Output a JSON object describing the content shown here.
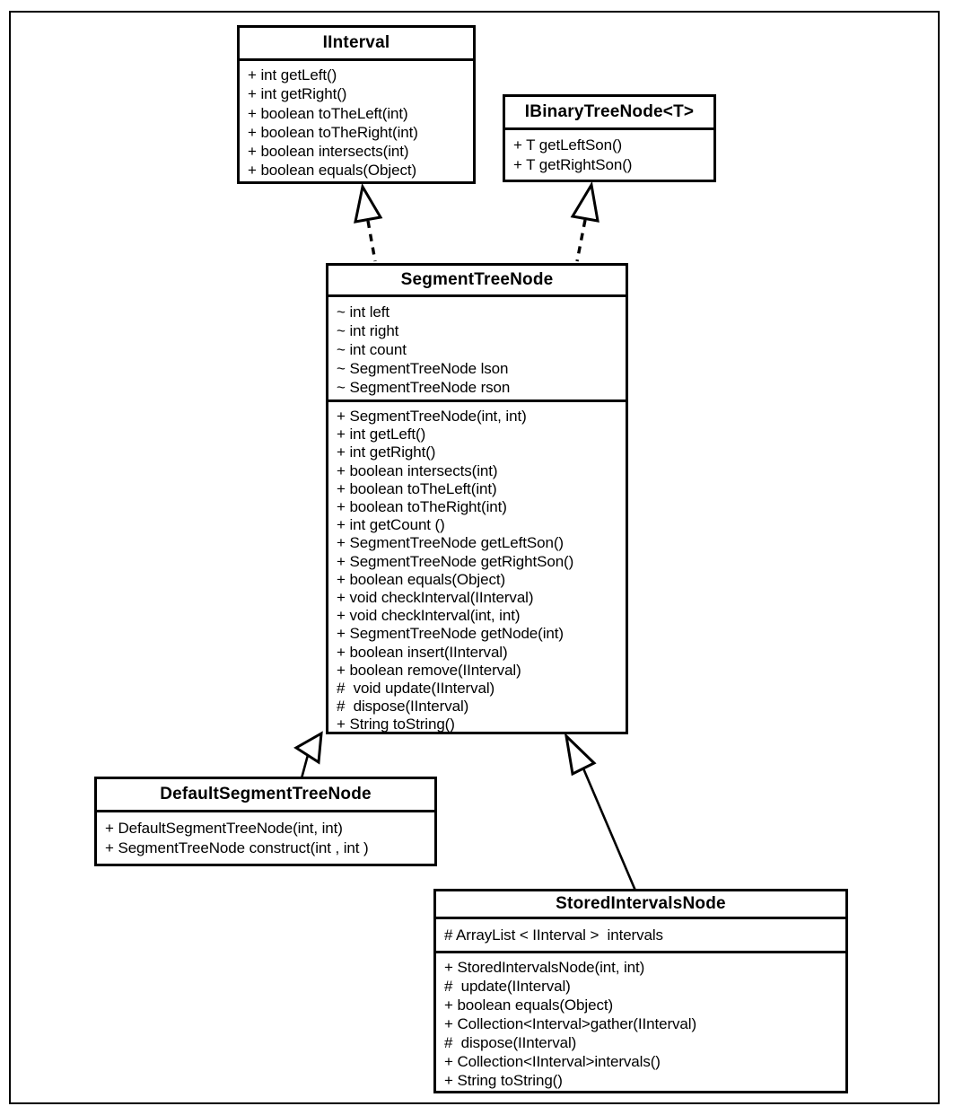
{
  "diagram": {
    "background_color": "#ffffff",
    "line_color": "#000000",
    "classes": {
      "iinterval": {
        "name": "IInterval",
        "methods": [
          "+ int getLeft()",
          "+ int getRight()",
          "+ boolean toTheLeft(int)",
          "+ boolean toTheRight(int)",
          "+ boolean intersects(int)",
          "+ boolean equals(Object)"
        ]
      },
      "ibinarytreenode": {
        "name": "IBinaryTreeNode<T>",
        "methods": [
          "+ T getLeftSon()",
          "+ T getRightSon()"
        ]
      },
      "segmenttreenode": {
        "name": "SegmentTreeNode",
        "fields": [
          "~ int left",
          "~ int right",
          "~ int count",
          "~ SegmentTreeNode lson",
          "~ SegmentTreeNode rson"
        ],
        "methods": [
          "+ SegmentTreeNode(int, int)",
          "+ int getLeft()",
          "+ int getRight()",
          "+ boolean intersects(int)",
          "+ boolean toTheLeft(int)",
          "+ boolean toTheRight(int)",
          "+ int getCount ()",
          "+ SegmentTreeNode getLeftSon()",
          "+ SegmentTreeNode getRightSon()",
          "+ boolean equals(Object)",
          "+ void checkInterval(IInterval)",
          "+ void checkInterval(int, int)",
          "+ SegmentTreeNode getNode(int)",
          "+ boolean insert(IInterval)",
          "+ boolean remove(IInterval)",
          "#  void update(IInterval)",
          "#  dispose(IInterval)",
          "+ String toString()"
        ]
      },
      "defaultsegmenttreenode": {
        "name": "DefaultSegmentTreeNode",
        "methods": [
          "+ DefaultSegmentTreeNode(int, int)",
          "+ SegmentTreeNode construct(int , int )"
        ]
      },
      "storedintervalsnode": {
        "name": "StoredIntervalsNode",
        "fields": [
          "# ArrayList < IInterval >  intervals"
        ],
        "methods": [
          "+ StoredIntervalsNode(int, int)",
          "#  update(IInterval)",
          "+ boolean equals(Object)",
          "+ Collection<Interval>gather(IInterval)",
          "#  dispose(IInterval)",
          "+ Collection<IInterval>intervals()",
          "+ String toString()"
        ]
      }
    },
    "relationships": [
      {
        "from": "SegmentTreeNode",
        "to": "IInterval",
        "type": "realization"
      },
      {
        "from": "SegmentTreeNode",
        "to": "IBinaryTreeNode<T>",
        "type": "realization"
      },
      {
        "from": "DefaultSegmentTreeNode",
        "to": "SegmentTreeNode",
        "type": "generalization"
      },
      {
        "from": "StoredIntervalsNode",
        "to": "SegmentTreeNode",
        "type": "generalization"
      }
    ]
  }
}
